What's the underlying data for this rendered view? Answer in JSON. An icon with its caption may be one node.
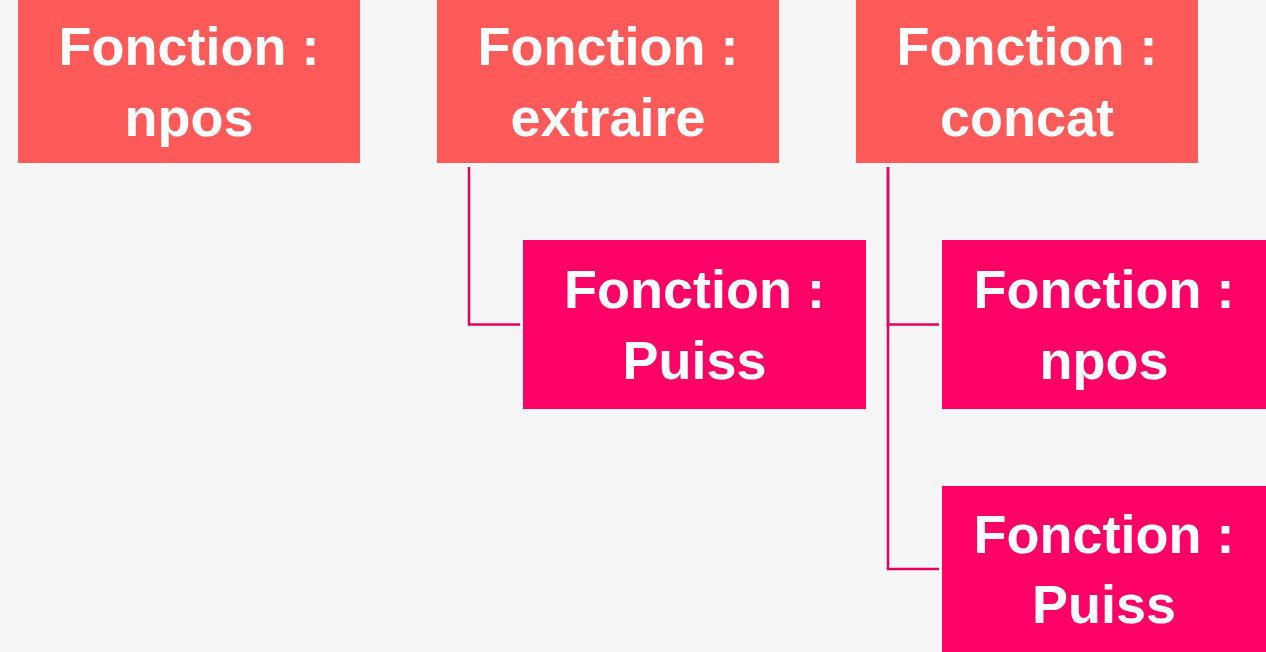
{
  "diagram": {
    "nodes": [
      {
        "text": [
          "Fonction : npos"
        ]
      },
      {
        "text": [
          "Fonction : extraire"
        ]
      },
      {
        "text": [
          "Fonction : concat"
        ]
      },
      {
        "text": [
          "Fonction : Puiss"
        ]
      },
      {
        "text": [
          "Fonction : npos"
        ]
      },
      {
        "text": [
          "Fonction : Puiss"
        ]
      }
    ],
    "edges": [
      {
        "from": 1,
        "to": 3,
        "arrow": "none"
      },
      {
        "from": 2,
        "to": 4,
        "arrow": "none"
      },
      {
        "from": 2,
        "to": 5,
        "arrow": "none"
      }
    ]
  }
}
